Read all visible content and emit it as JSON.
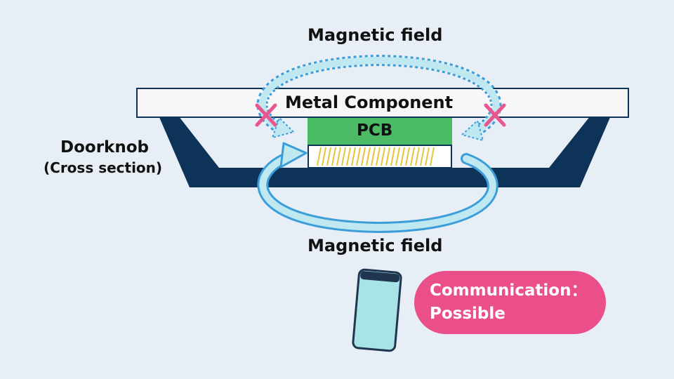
{
  "diagram": {
    "magnetic_field_top": "Magnetic field",
    "magnetic_field_bottom": "Magnetic field",
    "doorknob_label": "Doorknob",
    "doorknob_sublabel": "(Cross section)",
    "metal_component_label": "Metal Component",
    "pcb_label": "PCB",
    "communication_status": "Communication：\nPossible"
  },
  "colors": {
    "background": "#e7eef6",
    "doorknob": "#0d3458",
    "metal_component": "#f7f7f7",
    "pcb": "#4cbb66",
    "coil": "#e8c43a",
    "field_arrow_fill": "#bfe8f0",
    "field_arrow_outline": "#3b9ed8",
    "blocked_mark": "#e8558f",
    "status_pill": "#ea4f8a",
    "phone_screen": "#a8e3e6",
    "phone_body": "#1f3550"
  },
  "icons": [
    "blocked-x-icon",
    "smartphone-icon",
    "curved-arrow-icon"
  ]
}
